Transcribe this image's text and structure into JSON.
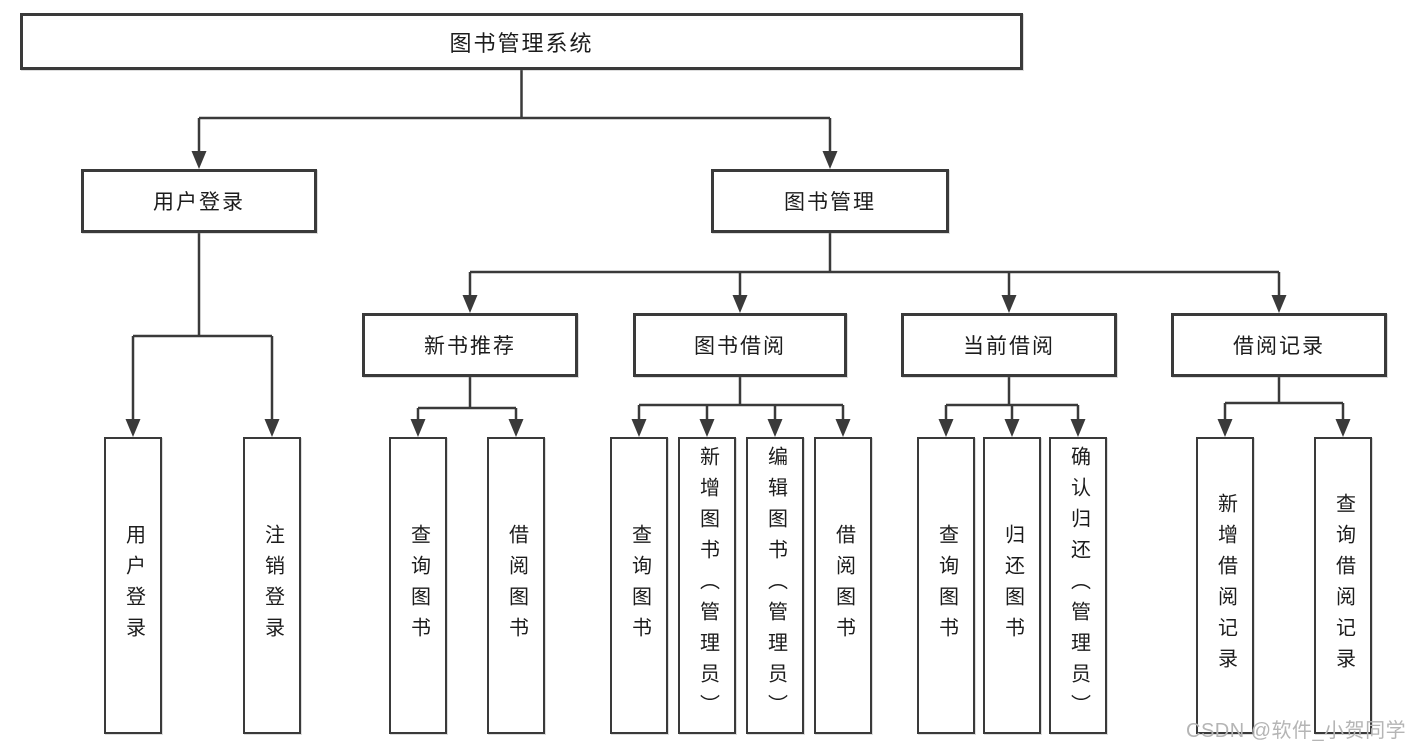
{
  "diagram": {
    "type": "hierarchy-tree",
    "colors": {
      "line": "#3a3a3a",
      "box_border": "#3a3a3a",
      "box_fill": "#ffffff",
      "text": "#1c1c1c",
      "watermark": "#b5b5b5"
    },
    "tree": {
      "root": {
        "label": "图书管理系统"
      },
      "branches": [
        {
          "label": "用户登录",
          "children": [
            {
              "label": "用户登录"
            },
            {
              "label": "注销登录"
            }
          ]
        },
        {
          "label": "图书管理",
          "children": [
            {
              "label": "新书推荐",
              "children": [
                {
                  "label": "查询图书"
                },
                {
                  "label": "借阅图书"
                }
              ]
            },
            {
              "label": "图书借阅",
              "children": [
                {
                  "label": "查询图书"
                },
                {
                  "label": "新增图书（管理员）"
                },
                {
                  "label": "编辑图书（管理员）"
                },
                {
                  "label": "借阅图书"
                }
              ]
            },
            {
              "label": "当前借阅",
              "children": [
                {
                  "label": "查询图书"
                },
                {
                  "label": "归还图书"
                },
                {
                  "label": "确认归还（管理员）"
                }
              ]
            },
            {
              "label": "借阅记录",
              "children": [
                {
                  "label": "新增借阅记录"
                },
                {
                  "label": "查询借阅记录"
                }
              ]
            }
          ]
        }
      ]
    }
  },
  "watermark": {
    "text": "CSDN @软件_小贺同学"
  }
}
